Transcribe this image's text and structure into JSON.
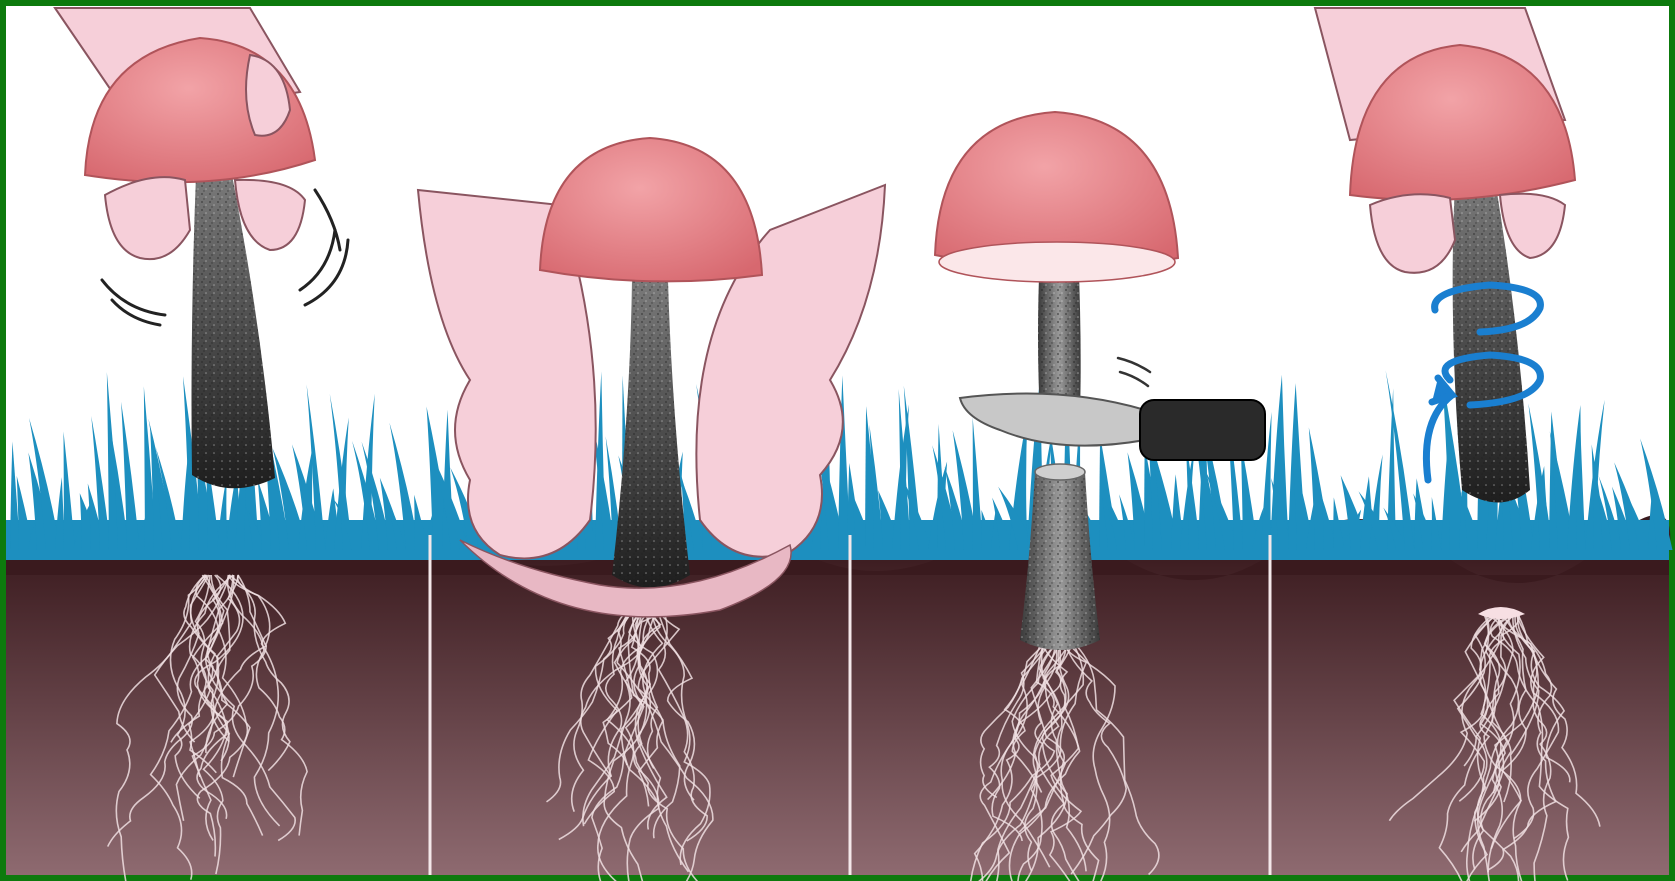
{
  "panels": [
    {
      "id": "panel-1",
      "method": "pulling-out",
      "icon": "wiggle-marks-icon"
    },
    {
      "id": "panel-2",
      "method": "breaking-off",
      "icon": "hands-icon"
    },
    {
      "id": "panel-3",
      "method": "cutting-with-knife",
      "icon": "knife-icon"
    },
    {
      "id": "panel-4",
      "method": "twisting-out",
      "icon": "rotation-arrows-icon"
    }
  ],
  "colors": {
    "border": "#0d7a0d",
    "cap": "#e98a8f",
    "cap_dark": "#d46a70",
    "skin": "#f6cfd9",
    "skin_line": "#8a5560",
    "stem": "#5a5a5a",
    "grass": "#1d8fbf",
    "soil_top": "#3a1a1e",
    "soil_bottom": "#8e6a70",
    "mycelium": "#f0dfe2",
    "rotation_arrow": "#1a7fd0",
    "divider": "#f4e8ea"
  }
}
